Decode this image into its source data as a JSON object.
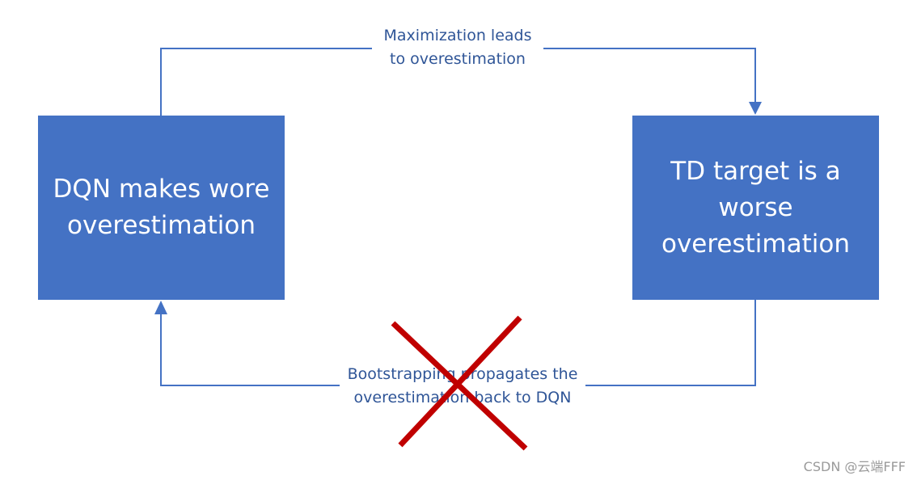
{
  "boxes": {
    "left": {
      "text": "DQN makes wore overestimation"
    },
    "right": {
      "text": "TD target is a worse overestimation"
    }
  },
  "edges": {
    "top": {
      "label": "Maximization leads\nto overestimation"
    },
    "bottom": {
      "label": "Bootstrapping propagates the\noverestimation back to DQN",
      "crossed_out": true
    }
  },
  "watermark": "CSDN @云端FFF",
  "colors": {
    "box_fill": "#4472C4",
    "box_text": "#FFFFFF",
    "line": "#4472C4",
    "label_text": "#2F5597",
    "cross": "#C00000"
  }
}
